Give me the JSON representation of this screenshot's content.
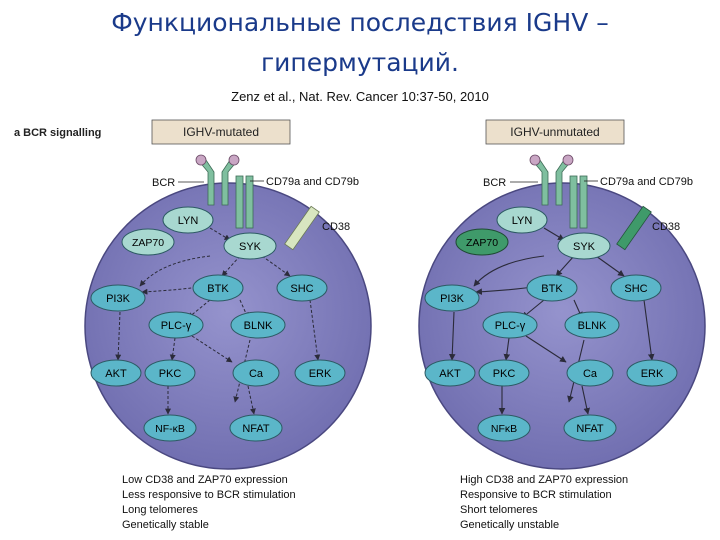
{
  "title_line1": "Функциональные последствия  IGHV –",
  "title_line2": "гипермутаций.",
  "citation": "Zenz et al., Nat. Rev. Cancer 10:37-50, 2010",
  "panel_label": "a  BCR signalling",
  "left_panel": {
    "header": "IGHV-mutated",
    "bcr_label": "BCR",
    "cd79_label": "CD79a and CD79b",
    "cd38_label": "CD38",
    "nodes": {
      "lyn": "LYN",
      "zap70": "ZAP70",
      "syk": "SYK",
      "pi3k": "PI3K",
      "btk": "BTK",
      "shc": "SHC",
      "plc": "PLC-γ",
      "blnk": "BLNK",
      "akt": "AKT",
      "pkc": "PKC",
      "ca": "Ca",
      "erk": "ERK",
      "nfkb": "NF-κB",
      "nfat": "NFAT"
    },
    "captions": [
      "Low CD38 and ZAP70 expression",
      "Less responsive to BCR stimulation",
      "Long telomeres",
      "Genetically stable"
    ]
  },
  "right_panel": {
    "header": "IGHV-unmutated",
    "bcr_label": "BCR",
    "cd79_label": "CD79a and CD79b",
    "cd38_label": "CD38",
    "nodes": {
      "lyn": "LYN",
      "zap70": "ZAP70",
      "syk": "SYK",
      "pi3k": "PI3K",
      "btk": "BTK",
      "shc": "SHC",
      "plc": "PLC-γ",
      "blnk": "BLNK",
      "akt": "AKT",
      "pkc": "PKC",
      "ca": "Ca",
      "erk": "ERK",
      "nfkb": "NFκB",
      "nfat": "NFAT"
    },
    "captions": [
      "High CD38 and ZAP70 expression",
      "Responsive to BCR stimulation",
      "Short telomeres",
      "Genetically unstable"
    ]
  },
  "colors": {
    "title": "#1a3a8a",
    "cell_fill": "#7a78b8",
    "node_fill": "#5bb6c9",
    "node_pale": "#a8d8d0",
    "zap70_dark": "#3f9a6a",
    "cd38_pale": "#d8e6c0",
    "cd38_dark": "#3f9a6a",
    "receptor": "#7fbf9f",
    "header_box": "#ece0cc"
  }
}
